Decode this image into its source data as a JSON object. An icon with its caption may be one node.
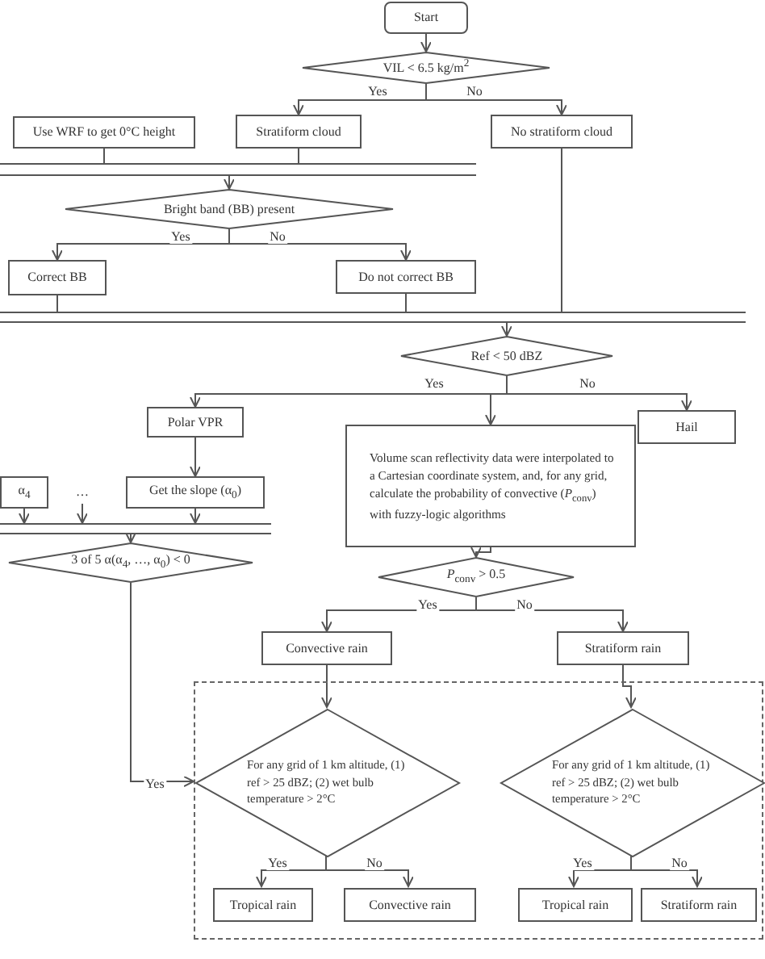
{
  "diagram": {
    "nodes": [
      {
        "text": [
          "Start"
        ]
      },
      {
        "text": [
          "VIL < 6.5 kg/m$^{2}$"
        ]
      },
      {
        "text": [
          "Use WRF to get 0°C height"
        ]
      },
      {
        "text": [
          "Stratiform cloud"
        ]
      },
      {
        "text": [
          "No stratiform cloud"
        ]
      },
      {
        "text": [],
        "shape": "bar"
      },
      {
        "text": [
          "Bright band (BB) present"
        ]
      },
      {
        "text": [
          "Correct BB"
        ]
      },
      {
        "text": [
          "Do not correct BB"
        ]
      },
      {
        "text": [],
        "shape": "bar"
      },
      {
        "text": [
          "Ref < 50 dBZ"
        ]
      },
      {
        "text": [
          "Polar VPR"
        ]
      },
      {
        "text": [
          "Volume scan reflectivity data were interpolated to a Cartesian coordinate system, and, for any grid, calculate the probability of convective (*P*$_{conv}$) with fuzzy-logic algorithms"
        ]
      },
      {
        "text": [
          "Hail"
        ]
      },
      {
        "text": [
          "α$_{4}$"
        ]
      },
      {
        "text": [
          "…"
        ]
      },
      {
        "text": [
          "Get the slope (α$_{0}$)"
        ]
      },
      {
        "text": [],
        "shape": "bar"
      },
      {
        "text": [
          "3 of 5 α(α$_{4}$, …, α$_{0}$) < 0"
        ]
      },
      {
        "text": [
          "*P*$_{conv}$ > 0.5"
        ]
      },
      {
        "text": [
          "Convective rain"
        ]
      },
      {
        "text": [
          "Stratiform rain"
        ]
      },
      {
        "text": [],
        "shape": "box"
      },
      {
        "text": [
          "For any grid of 1 km altitude, (1) ref > 25 dBZ; (2) wet bulb temperature > 2°C"
        ],
        "in": 22
      },
      {
        "text": [
          "For any grid of 1 km altitude, (1) ref > 25 dBZ; (2) wet bulb temperature > 2°C"
        ],
        "in": 22
      },
      {
        "text": [
          "Tropical rain"
        ],
        "in": 22
      },
      {
        "text": [
          "Convective rain"
        ],
        "in": 22
      },
      {
        "text": [
          "Tropical rain"
        ],
        "in": 22
      },
      {
        "text": [
          "Stratiform rain"
        ],
        "in": 22
      }
    ],
    "edges": [
      {
        "from": 0,
        "to": 1,
        "arrow": "to"
      },
      {
        "from": 1,
        "to": 3,
        "arrow": "to",
        "label": "Yes"
      },
      {
        "from": 1,
        "to": 4,
        "arrow": "to",
        "label": "No"
      },
      {
        "from": 2,
        "to": 5,
        "arrow": "none"
      },
      {
        "from": 3,
        "to": 5,
        "arrow": "none"
      },
      {
        "from": 5,
        "to": 6,
        "arrow": "to"
      },
      {
        "from": 6,
        "to": 7,
        "arrow": "to",
        "label": "Yes"
      },
      {
        "from": 6,
        "to": 8,
        "arrow": "to",
        "label": "No"
      },
      {
        "from": 7,
        "to": 9,
        "arrow": "none"
      },
      {
        "from": 8,
        "to": 9,
        "arrow": "none"
      },
      {
        "from": 4,
        "to": 9,
        "arrow": "none"
      },
      {
        "from": 9,
        "to": 10,
        "arrow": "to"
      },
      {
        "from": 10,
        "to": 11,
        "arrow": "to",
        "label": "Yes"
      },
      {
        "from": 10,
        "to": 12,
        "arrow": "to"
      },
      {
        "from": 10,
        "to": 13,
        "arrow": "to",
        "label": "No"
      },
      {
        "from": 11,
        "to": 16,
        "arrow": "to"
      },
      {
        "from": 14,
        "to": 17,
        "arrow": "to"
      },
      {
        "from": 15,
        "to": 17,
        "arrow": "to"
      },
      {
        "from": 16,
        "to": 17,
        "arrow": "to"
      },
      {
        "from": 17,
        "to": 18,
        "arrow": "to"
      },
      {
        "from": 12,
        "to": 19,
        "arrow": "to"
      },
      {
        "from": 19,
        "to": 20,
        "arrow": "to",
        "label": "Yes"
      },
      {
        "from": 19,
        "to": 21,
        "arrow": "to",
        "label": "No"
      },
      {
        "from": 18,
        "to": 23,
        "arrow": "to",
        "label": "Yes"
      },
      {
        "from": 20,
        "to": 23,
        "arrow": "to"
      },
      {
        "from": 21,
        "to": 24,
        "arrow": "to"
      },
      {
        "from": 23,
        "to": 25,
        "arrow": "to",
        "label": "Yes"
      },
      {
        "from": 23,
        "to": 26,
        "arrow": "to",
        "label": "No"
      },
      {
        "from": 24,
        "to": 27,
        "arrow": "to",
        "label": "Yes"
      },
      {
        "from": 24,
        "to": 28,
        "arrow": "to",
        "label": "No"
      }
    ]
  }
}
